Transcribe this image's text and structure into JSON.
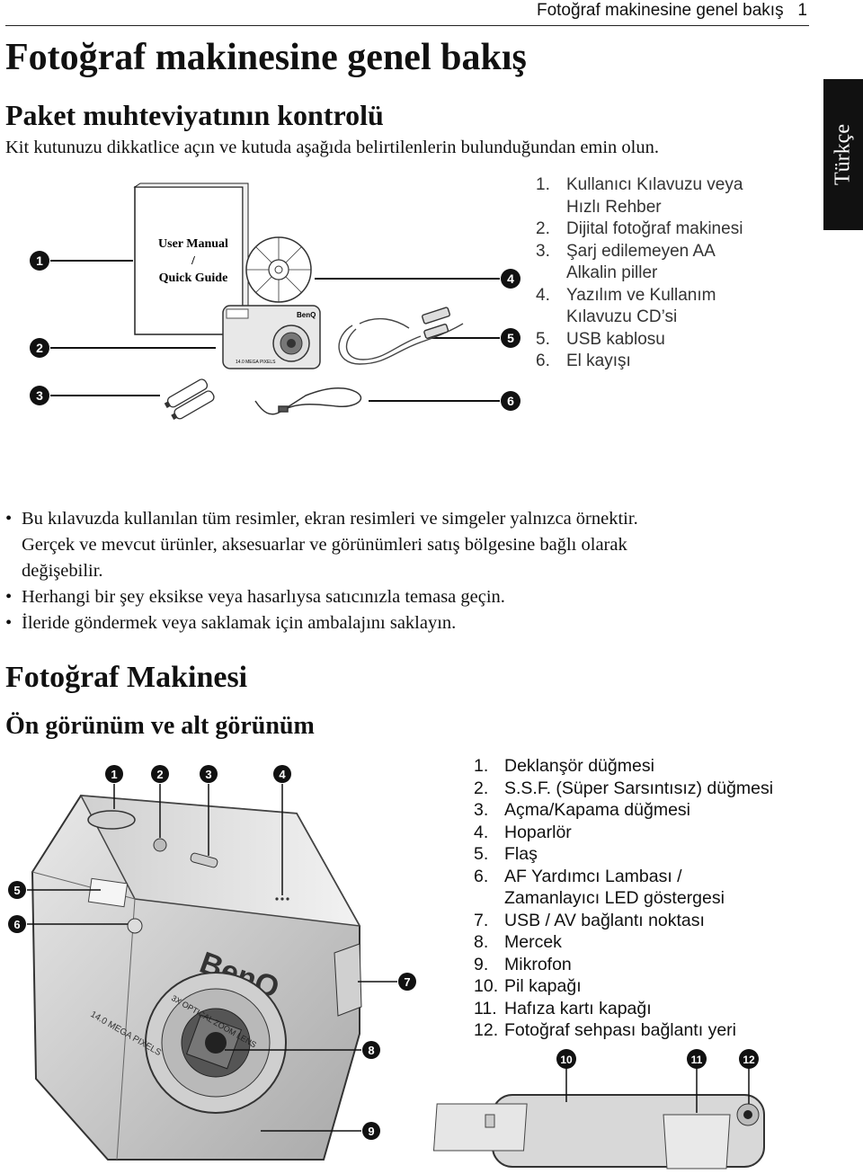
{
  "header": {
    "running_head": "Fotoğraf makinesine genel bakış   1"
  },
  "title": "Fotoğraf makinesine genel bakış",
  "section_heading": "Paket muhteviyatının kontrolü",
  "intro": "Kit kutunuzu dikkatlice açın ve kutuda aşağıda belirtilenlerin bulunduğundan emin olun.",
  "language_tab": "Türkçe",
  "package_illustration": {
    "manual_cover_text": [
      "User Manual",
      "/",
      "Quick Guide"
    ],
    "callouts": [
      "1",
      "2",
      "3",
      "4",
      "5",
      "6"
    ]
  },
  "package_contents": [
    {
      "num": "1.",
      "lines": [
        "Kullanıcı Kılavuzu veya",
        "Hızlı Rehber"
      ]
    },
    {
      "num": "2.",
      "lines": [
        "Dijital fotoğraf makinesi"
      ]
    },
    {
      "num": "3.",
      "lines": [
        "Şarj edilemeyen AA",
        "Alkalin piller"
      ]
    },
    {
      "num": "4.",
      "lines": [
        "Yazılım ve Kullanım",
        "Kılavuzu CD’si"
      ]
    },
    {
      "num": "5.",
      "lines": [
        "USB kablosu"
      ]
    },
    {
      "num": "6.",
      "lines": [
        "El kayışı"
      ]
    }
  ],
  "notes": [
    [
      "Bu kılavuzda kullanılan tüm resimler, ekran resimleri ve simgeler yalnızca örnektir.",
      "Gerçek ve mevcut ürünler, aksesuarlar ve görünümleri satış bölgesine bağlı olarak",
      "değişebilir."
    ],
    [
      "Herhangi bir şey eksikse veya hasarlıysa satıcınızla temasa geçin."
    ],
    [
      "İleride göndermek veya saklamak için ambalajını saklayın."
    ]
  ],
  "camera_heading": "Fotoğraf Makinesi",
  "views_heading": "Ön görünüm ve alt görünüm",
  "camera_illustration": {
    "brand": "BenQ",
    "side_label": "14.0 MEGA PIXELS",
    "lens_text": "3X OPTICAL ZOOM LENS",
    "callouts": [
      "1",
      "2",
      "3",
      "4",
      "5",
      "6",
      "7",
      "8",
      "9",
      "10",
      "11",
      "12"
    ]
  },
  "camera_parts": [
    {
      "num": "1.",
      "lines": [
        "Deklanşör düğmesi"
      ]
    },
    {
      "num": "2.",
      "lines": [
        "S.S.F. (Süper Sarsıntısız) düğmesi"
      ]
    },
    {
      "num": "3.",
      "lines": [
        "Açma/Kapama düğmesi"
      ]
    },
    {
      "num": "4.",
      "lines": [
        "Hoparlör"
      ]
    },
    {
      "num": "5.",
      "lines": [
        "Flaş"
      ]
    },
    {
      "num": "6.",
      "lines": [
        "AF Yardımcı Lambası /",
        "Zamanlayıcı LED göstergesi"
      ]
    },
    {
      "num": "7.",
      "lines": [
        "USB / AV bağlantı noktası"
      ]
    },
    {
      "num": "8.",
      "lines": [
        "Mercek"
      ]
    },
    {
      "num": "9.",
      "lines": [
        "Mikrofon"
      ]
    },
    {
      "num": "10.",
      "lines": [
        "Pil kapağı"
      ]
    },
    {
      "num": "11.",
      "lines": [
        "Hafıza kartı kapağı"
      ]
    },
    {
      "num": "12.",
      "lines": [
        "Fotoğraf sehpası bağlantı yeri"
      ]
    }
  ]
}
